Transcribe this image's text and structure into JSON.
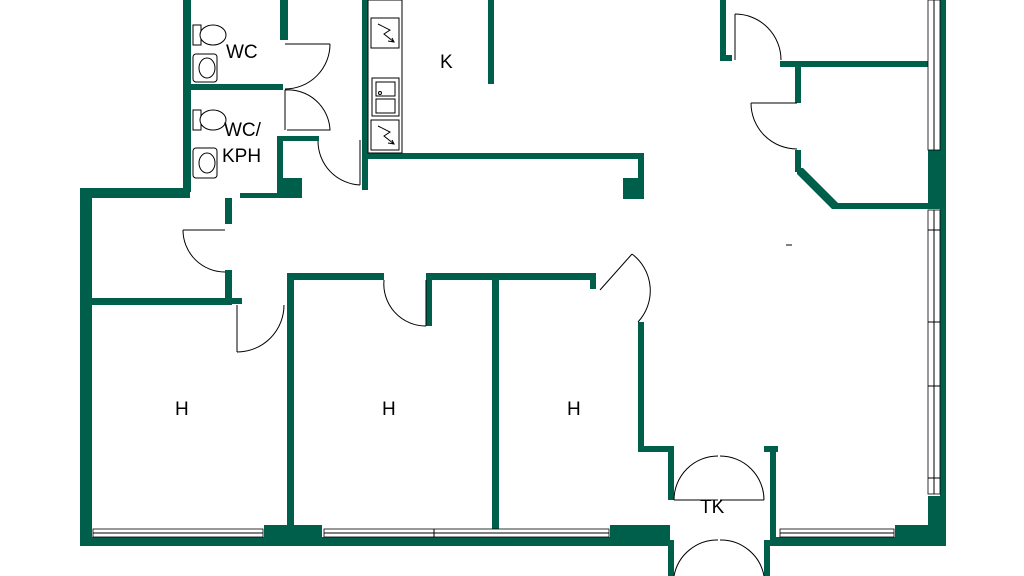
{
  "colors": {
    "wall": "#005f4b",
    "line": "#000000",
    "background": "#ffffff"
  },
  "rooms": {
    "wc": "WC",
    "wc_kph_line1": "WC/",
    "wc_kph_line2": "KPH",
    "kitchen": "K",
    "bedroom_1": "H",
    "bedroom_2": "H",
    "bedroom_3": "H",
    "closet": "TK"
  },
  "icons": [
    "toilet-icon",
    "washbasin-icon",
    "kitchen-sink-icon",
    "stove-icon",
    "door-swing-icon"
  ]
}
